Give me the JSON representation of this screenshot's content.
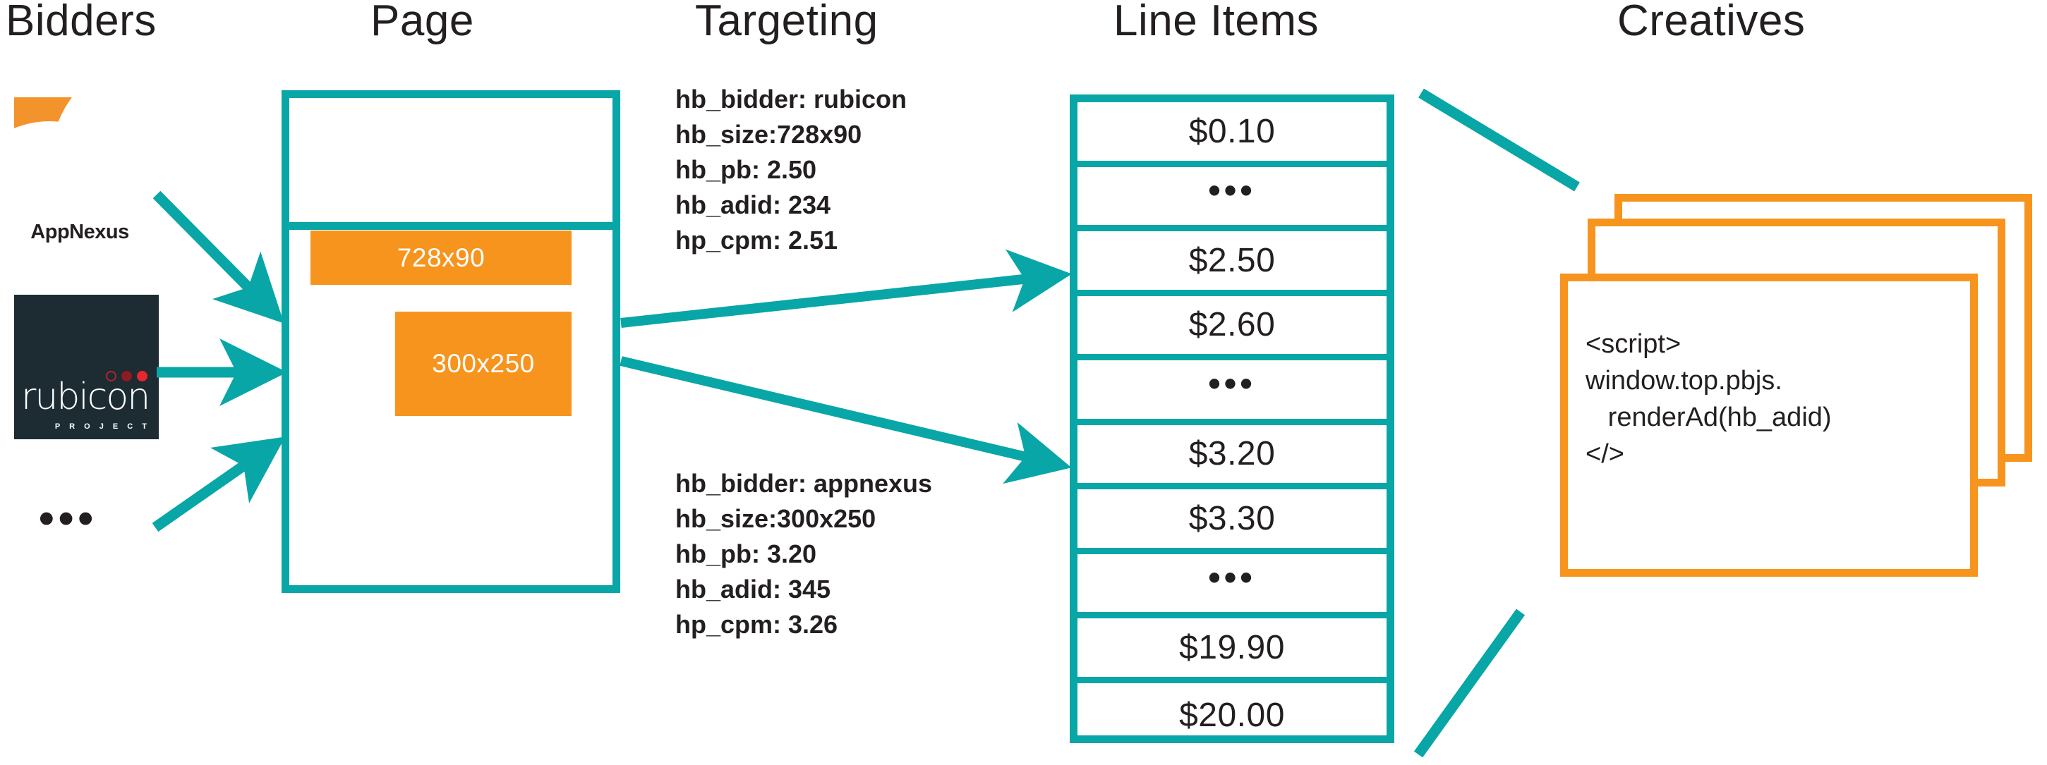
{
  "colors": {
    "teal": "#08A6A6",
    "orange": "#F7941E",
    "appnexus_orange": "#F3932B",
    "rubicon_dark": "#1d2b33",
    "text": "#231f20"
  },
  "columns": [
    {
      "key": "bidders",
      "label": "Bidders"
    },
    {
      "key": "page",
      "label": "Page"
    },
    {
      "key": "targeting",
      "label": "Targeting"
    },
    {
      "key": "lineitems",
      "label": "Line Items"
    },
    {
      "key": "creatives",
      "label": "Creatives"
    }
  ],
  "bidders": {
    "appnexus": {
      "name": "AppNexus",
      "logo_icon": "appnexus-logo-icon"
    },
    "rubicon": {
      "name": "rubicon",
      "subtitle": "P R O J E C T",
      "logo_icon": "rubicon-project-logo-icon"
    },
    "more": "•••"
  },
  "page": {
    "slots": [
      {
        "label": "728x90",
        "name": "ad-slot-728x90"
      },
      {
        "label": "300x250",
        "name": "ad-slot-300x250"
      }
    ]
  },
  "targeting": [
    {
      "name": "targeting-block-rubicon",
      "lines": [
        "hb_bidder: rubicon",
        "hb_size:728x90",
        "hb_pb: 2.50",
        "hb_adid: 234",
        "hp_cpm: 2.51"
      ]
    },
    {
      "name": "targeting-block-appnexus",
      "lines": [
        "hb_bidder: appnexus",
        "hb_size:300x250",
        "hb_pb: 3.20",
        "hb_adid: 345",
        "hp_cpm: 3.26"
      ]
    }
  ],
  "line_items": [
    {
      "label": "$0.10",
      "ellipsis": false
    },
    {
      "label": "•••",
      "ellipsis": true
    },
    {
      "label": "$2.50",
      "ellipsis": false
    },
    {
      "label": "$2.60",
      "ellipsis": false
    },
    {
      "label": "•••",
      "ellipsis": true
    },
    {
      "label": "$3.20",
      "ellipsis": false
    },
    {
      "label": "$3.30",
      "ellipsis": false
    },
    {
      "label": "•••",
      "ellipsis": true
    },
    {
      "label": "$19.90",
      "ellipsis": false
    },
    {
      "label": "$20.00",
      "ellipsis": false
    }
  ],
  "creatives": {
    "code": "<script>\nwindow.top.pbjs.\n   renderAd(hb_adid)\n</​>"
  }
}
